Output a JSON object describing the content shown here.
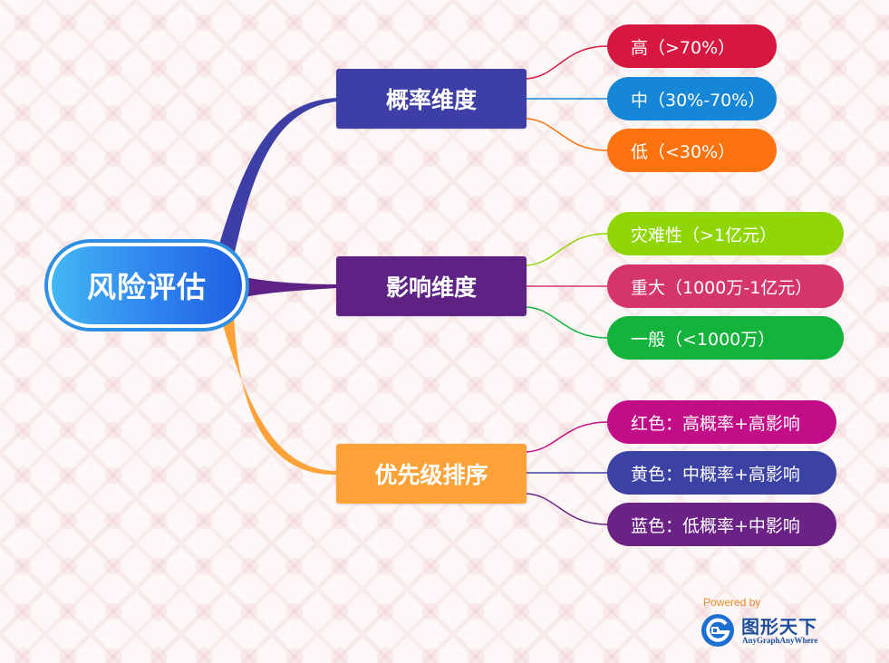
{
  "root": {
    "label": "风险评估",
    "color": "#2f83ef"
  },
  "branches": [
    {
      "label": "概率维度",
      "color": "#3d3fa6",
      "leaves": [
        {
          "label": "高（>70%）",
          "color": "#d6173f"
        },
        {
          "label": "中（30%-70%）",
          "color": "#1687d6"
        },
        {
          "label": "低（<30%）",
          "color": "#fb720e"
        }
      ]
    },
    {
      "label": "影响维度",
      "color": "#5d2283",
      "leaves": [
        {
          "label": "灾难性（>1亿元）",
          "color": "#8fd604"
        },
        {
          "label": "重大（1000万-1亿元）",
          "color": "#d5356c"
        },
        {
          "label": "一般（<1000万）",
          "color": "#13b33c"
        }
      ]
    },
    {
      "label": "优先级排序",
      "color": "#fda238",
      "leaves": [
        {
          "label": "红色：高概率+高影响",
          "color": "#c20d88"
        },
        {
          "label": "黄色：中概率+高影响",
          "color": "#3b42a3"
        },
        {
          "label": "蓝色：低概率+中影响",
          "color": "#6a2285"
        }
      ]
    }
  ],
  "brand": {
    "powered_by": "Powered by",
    "name_cn": "图形天下",
    "name_en": "AnyGraphAnyWhere"
  }
}
